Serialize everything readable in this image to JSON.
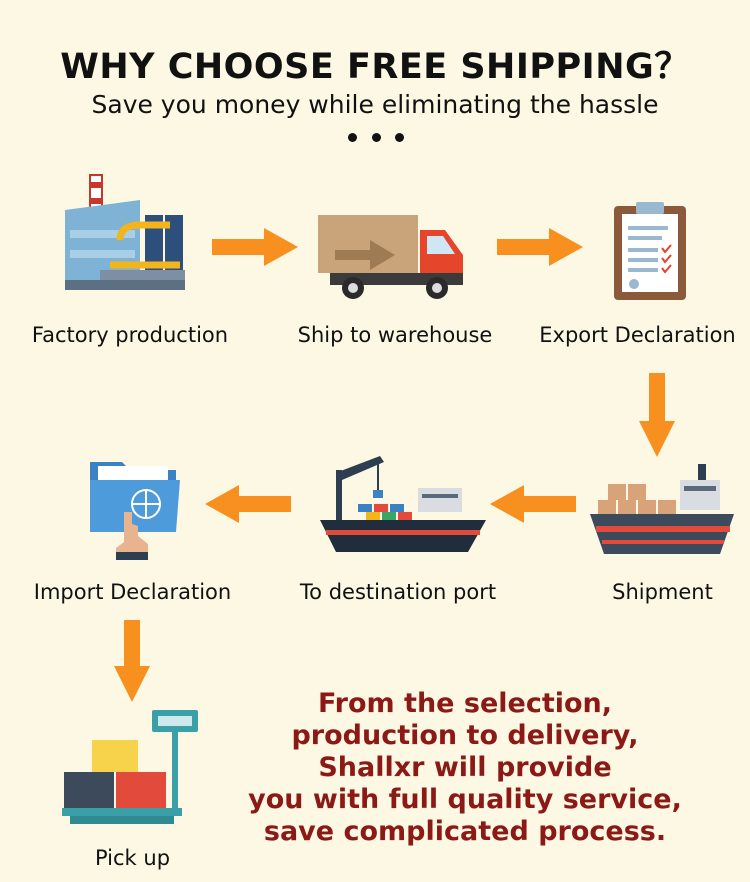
{
  "header": {
    "title": "WHY CHOOSE FREE SHIPPING？",
    "subtitle": "Save you money while eliminating the hassle"
  },
  "steps": [
    {
      "label": "Factory production",
      "icon": "factory-icon"
    },
    {
      "label": "Ship to warehouse",
      "icon": "delivery-truck-icon"
    },
    {
      "label": "Export Declaration",
      "icon": "clipboard-checklist-icon"
    },
    {
      "label": "Shipment",
      "icon": "cargo-ship-icon"
    },
    {
      "label": "To destination port",
      "icon": "container-ship-crane-icon"
    },
    {
      "label": "Import Declaration",
      "icon": "folder-hand-icon"
    },
    {
      "label": "Pick up",
      "icon": "package-scale-icon"
    }
  ],
  "promo": {
    "lines": [
      "From the selection,",
      "production to delivery,",
      "Shallxr will provide",
      "you with full quality service,",
      "save complicated process."
    ]
  },
  "colors": {
    "background": "#fdf8e3",
    "arrow": "#f7901e",
    "promo_text": "#8b1a17"
  }
}
